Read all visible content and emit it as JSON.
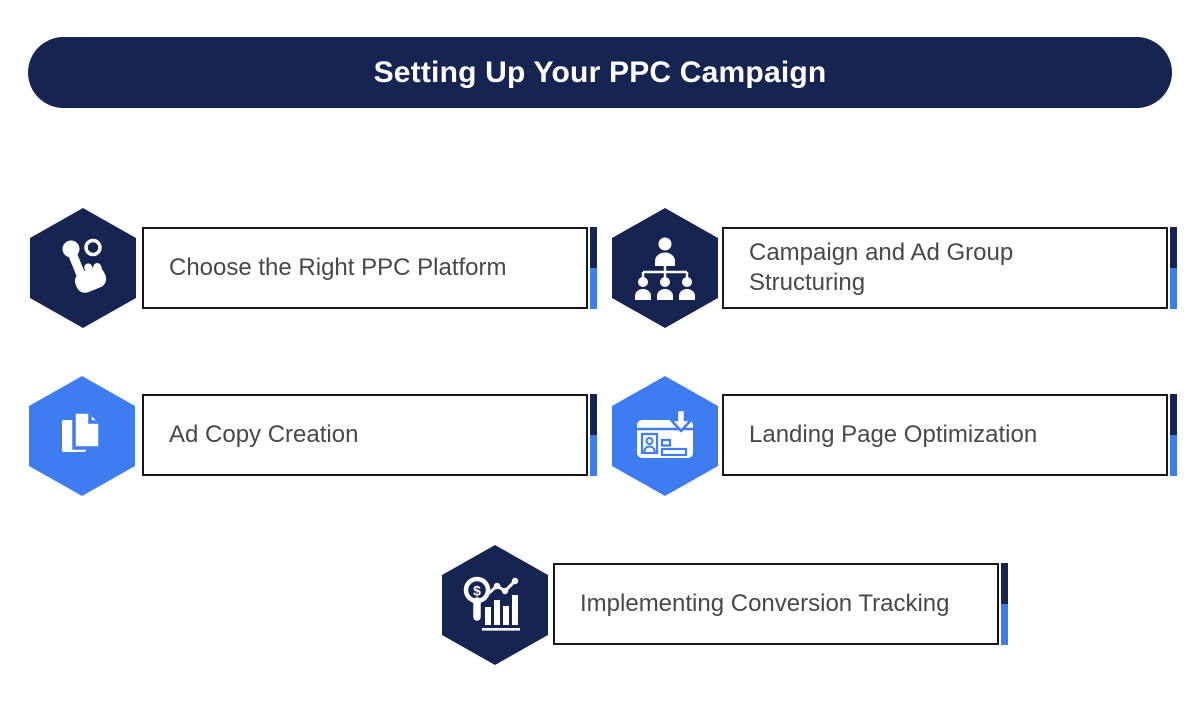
{
  "header": {
    "title": "Setting Up Your PPC Campaign"
  },
  "steps": [
    {
      "label": "Choose the Right PPC Platform",
      "icon": "click-select-icon",
      "hex_color": "#152450"
    },
    {
      "label": "Campaign and Ad Group Structuring",
      "icon": "org-hierarchy-icon",
      "hex_color": "#152450"
    },
    {
      "label": "Ad Copy Creation",
      "icon": "copy-documents-icon",
      "hex_color": "#3e7cf2"
    },
    {
      "label": "Landing Page Optimization",
      "icon": "landing-page-download-icon",
      "hex_color": "#3e7cf2"
    },
    {
      "label": "Implementing Conversion Tracking",
      "icon": "conversion-analytics-icon",
      "hex_color": "#152450"
    }
  ],
  "icons": {
    "dollar_sign": "$"
  },
  "colors": {
    "navy": "#152450",
    "blue": "#3e7cf2",
    "accent_bar_top": "#152450",
    "accent_bar_bottom": "#3b7bf5",
    "box_border": "#15151c",
    "label_text": "#45484d",
    "title_text": "#ffffff",
    "background": "#ffffff"
  }
}
